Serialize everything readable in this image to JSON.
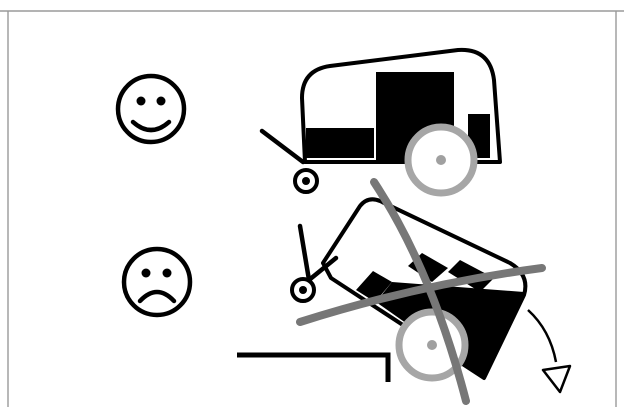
{
  "illustration": {
    "top_panel": {
      "face": "happy-face",
      "trailer_state": "level",
      "meaning": "correct"
    },
    "bottom_panel": {
      "face": "sad-face",
      "trailer_state": "tipped-over-edge",
      "meaning": "incorrect",
      "mark": "cross-out"
    },
    "colors": {
      "ink": "#000000",
      "wheel_gray": "#a6a6a6",
      "cross_gray": "#777777",
      "hub_gray": "#a0a0a0",
      "border_gray": "#9a9a9a",
      "background": "#ffffff"
    },
    "icons": [
      "happy-face-icon",
      "sad-face-icon",
      "trailer-icon",
      "tipped-trailer-icon",
      "cross-out-icon",
      "curved-arrow-icon"
    ]
  }
}
